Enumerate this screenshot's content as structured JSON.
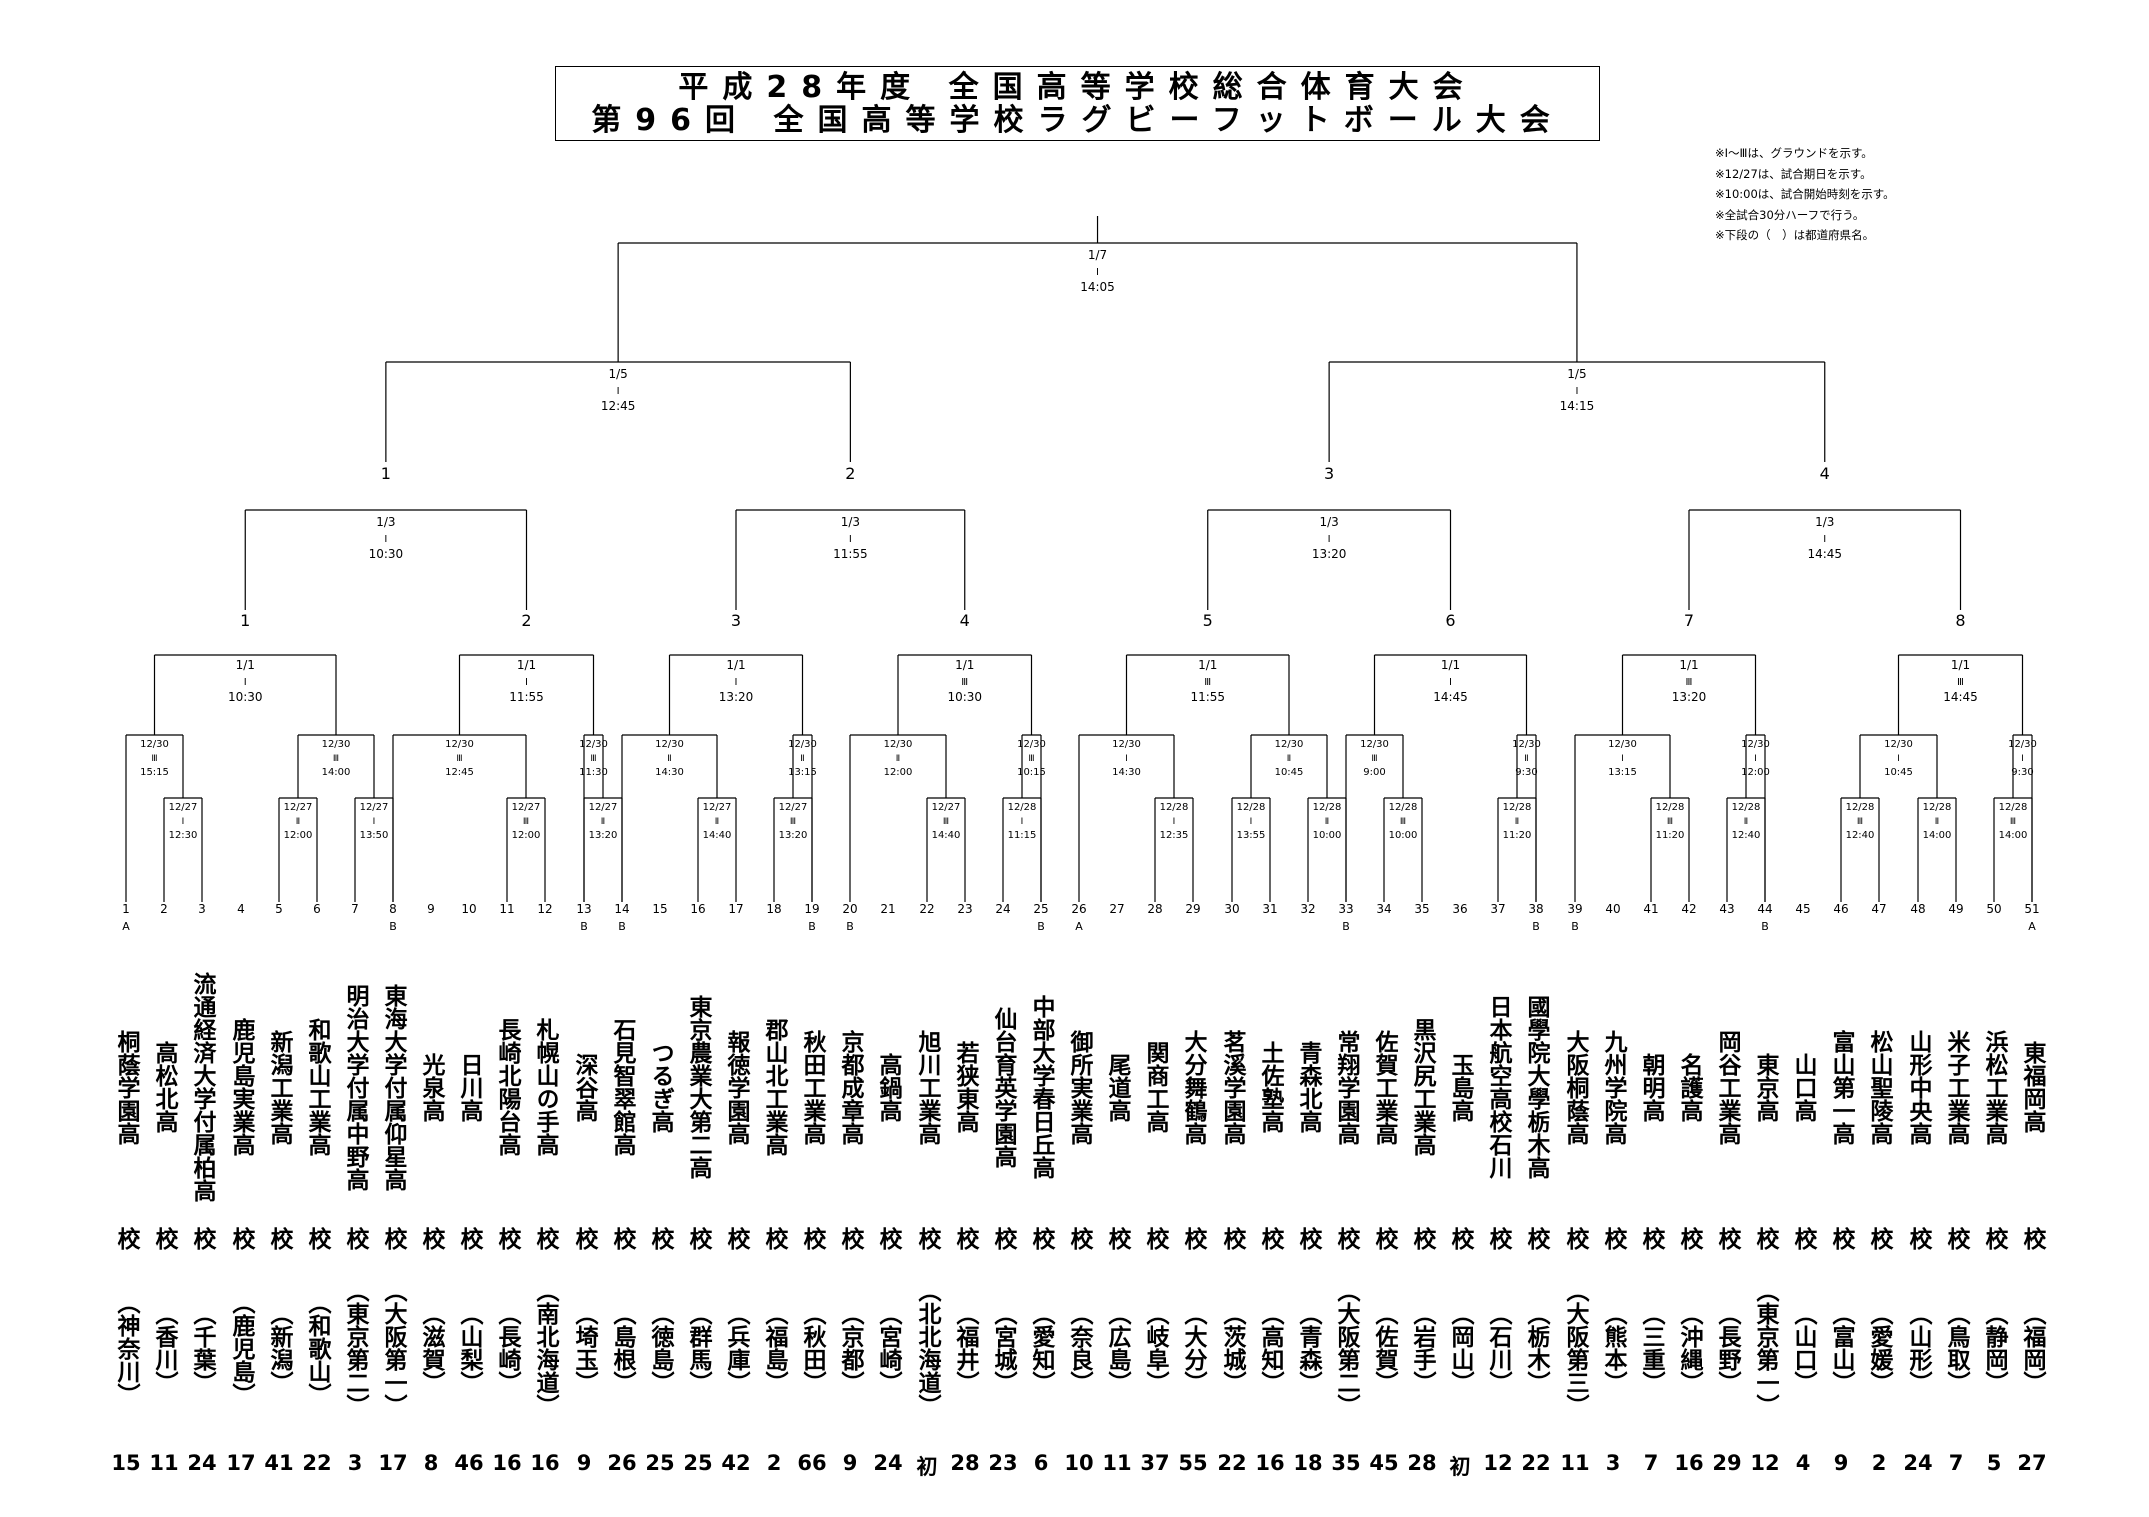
{
  "title": {
    "line1": "平成28年度 全国高等学校総合体育大会",
    "line2": "第96回 全国高等学校ラグビーフットボール大会"
  },
  "notes": [
    "※Ⅰ～Ⅲは、グラウンドを示す。",
    "※12/27は、試合期日を示す。",
    "※10:00は、試合開始時刻を示す。",
    "※全試合30分ハーフで行う。",
    "※下段の（　）は都道府県名。"
  ],
  "final": {
    "date": "1/7",
    "ground": "Ⅰ",
    "time": "14:05"
  },
  "semifinals": [
    {
      "date": "1/5",
      "ground": "Ⅰ",
      "time": "12:45"
    },
    {
      "date": "1/5",
      "ground": "Ⅰ",
      "time": "14:15"
    }
  ],
  "semifinal_slots": [
    "1",
    "2",
    "3",
    "4"
  ],
  "quarterfinals": [
    {
      "date": "1/3",
      "ground": "Ⅰ",
      "time": "10:30"
    },
    {
      "date": "1/3",
      "ground": "Ⅰ",
      "time": "11:55"
    },
    {
      "date": "1/3",
      "ground": "Ⅰ",
      "time": "13:20"
    },
    {
      "date": "1/3",
      "ground": "Ⅰ",
      "time": "14:45"
    }
  ],
  "quarterfinal_slots": [
    "1",
    "2",
    "3",
    "4",
    "5",
    "6",
    "7",
    "8"
  ],
  "round3": [
    {
      "date": "1/1",
      "ground": "Ⅰ",
      "time": "10:30"
    },
    {
      "date": "1/1",
      "ground": "Ⅰ",
      "time": "11:55"
    },
    {
      "date": "1/1",
      "ground": "Ⅰ",
      "time": "13:20"
    },
    {
      "date": "1/1",
      "ground": "Ⅲ",
      "time": "10:30"
    },
    {
      "date": "1/1",
      "ground": "Ⅲ",
      "time": "11:55"
    },
    {
      "date": "1/1",
      "ground": "Ⅰ",
      "time": "14:45"
    },
    {
      "date": "1/1",
      "ground": "Ⅲ",
      "time": "13:20"
    },
    {
      "date": "1/1",
      "ground": "Ⅲ",
      "time": "14:45"
    }
  ],
  "round2": [
    {
      "date": "12/30",
      "ground": "Ⅲ",
      "time": "15:15"
    },
    {
      "date": "12/30",
      "ground": "Ⅲ",
      "time": "14:00"
    },
    {
      "date": "12/30",
      "ground": "Ⅲ",
      "time": "12:45"
    },
    {
      "date": "12/30",
      "ground": "Ⅲ",
      "time": "11:30"
    },
    {
      "date": "12/30",
      "ground": "Ⅱ",
      "time": "14:30"
    },
    {
      "date": "12/30",
      "ground": "Ⅱ",
      "time": "13:15"
    },
    {
      "date": "12/30",
      "ground": "Ⅱ",
      "time": "12:00"
    },
    {
      "date": "12/30",
      "ground": "Ⅲ",
      "time": "10:15"
    },
    {
      "date": "12/30",
      "ground": "Ⅰ",
      "time": "14:30"
    },
    {
      "date": "12/30",
      "ground": "Ⅱ",
      "time": "10:45"
    },
    {
      "date": "12/30",
      "ground": "Ⅲ",
      "time": "9:00"
    },
    {
      "date": "12/30",
      "ground": "Ⅱ",
      "time": "9:30"
    },
    {
      "date": "12/30",
      "ground": "Ⅰ",
      "time": "13:15"
    },
    {
      "date": "12/30",
      "ground": "Ⅰ",
      "time": "12:00"
    },
    {
      "date": "12/30",
      "ground": "Ⅰ",
      "time": "10:45"
    },
    {
      "date": "12/30",
      "ground": "Ⅰ",
      "time": "9:30"
    }
  ],
  "round1": [
    {
      "date": "12/27",
      "ground": "Ⅰ",
      "time": "12:30"
    },
    {
      "date": "12/27",
      "ground": "Ⅱ",
      "time": "12:00"
    },
    {
      "date": "12/27",
      "ground": "Ⅰ",
      "time": "13:50"
    },
    {
      "date": "12/27",
      "ground": "Ⅲ",
      "time": "12:00"
    },
    {
      "date": "12/27",
      "ground": "Ⅱ",
      "time": "13:20"
    },
    {
      "date": "12/27",
      "ground": "Ⅱ",
      "time": "14:40"
    },
    {
      "date": "12/27",
      "ground": "Ⅲ",
      "time": "13:20"
    },
    {
      "date": "12/27",
      "ground": "Ⅲ",
      "time": "14:40"
    },
    {
      "date": "12/28",
      "ground": "Ⅰ",
      "time": "11:15"
    },
    {
      "date": "12/28",
      "ground": "Ⅰ",
      "time": "12:35"
    },
    {
      "date": "12/28",
      "ground": "Ⅰ",
      "time": "13:55"
    },
    {
      "date": "12/28",
      "ground": "Ⅱ",
      "time": "10:00"
    },
    {
      "date": "12/28",
      "ground": "Ⅲ",
      "time": "10:00"
    },
    {
      "date": "12/28",
      "ground": "Ⅱ",
      "time": "11:20"
    },
    {
      "date": "12/28",
      "ground": "Ⅲ",
      "time": "11:20"
    },
    {
      "date": "12/28",
      "ground": "Ⅱ",
      "time": "12:40"
    },
    {
      "date": "12/28",
      "ground": "Ⅲ",
      "time": "12:40"
    },
    {
      "date": "12/28",
      "ground": "Ⅱ",
      "time": "14:00"
    },
    {
      "date": "12/28",
      "ground": "Ⅲ",
      "time": "14:00"
    }
  ],
  "teams": [
    {
      "no": "1",
      "seed": "A",
      "name": "桐蔭学園高",
      "pref": "神奈川",
      "count": "15"
    },
    {
      "no": "2",
      "seed": "",
      "name": "高松北高",
      "pref": "香川",
      "count": "11"
    },
    {
      "no": "3",
      "seed": "",
      "name": "流通経済大学付属柏高",
      "pref": "千葉",
      "count": "24"
    },
    {
      "no": "4",
      "seed": "",
      "name": "鹿児島実業高",
      "pref": "鹿児島",
      "count": "17"
    },
    {
      "no": "5",
      "seed": "",
      "name": "新潟工業高",
      "pref": "新潟",
      "count": "41"
    },
    {
      "no": "6",
      "seed": "",
      "name": "和歌山工業高",
      "pref": "和歌山",
      "count": "22"
    },
    {
      "no": "7",
      "seed": "",
      "name": "明治大学付属中野高",
      "pref": "東京第二",
      "count": "3"
    },
    {
      "no": "8",
      "seed": "B",
      "name": "東海大学付属仰星高",
      "pref": "大阪第一",
      "count": "17"
    },
    {
      "no": "9",
      "seed": "",
      "name": "光泉高",
      "pref": "滋賀",
      "count": "8"
    },
    {
      "no": "10",
      "seed": "",
      "name": "日川高",
      "pref": "山梨",
      "count": "46"
    },
    {
      "no": "11",
      "seed": "",
      "name": "長崎北陽台高",
      "pref": "長崎",
      "count": "16"
    },
    {
      "no": "12",
      "seed": "",
      "name": "札幌山の手高",
      "pref": "南北海道",
      "count": "16"
    },
    {
      "no": "13",
      "seed": "B",
      "name": "深谷高",
      "pref": "埼玉",
      "count": "9"
    },
    {
      "no": "14",
      "seed": "B",
      "name": "石見智翠館高",
      "pref": "島根",
      "count": "26"
    },
    {
      "no": "15",
      "seed": "",
      "name": "つるぎ高",
      "pref": "徳島",
      "count": "25"
    },
    {
      "no": "16",
      "seed": "",
      "name": "東京農業大第二高",
      "pref": "群馬",
      "count": "25"
    },
    {
      "no": "17",
      "seed": "",
      "name": "報徳学園高",
      "pref": "兵庫",
      "count": "42"
    },
    {
      "no": "18",
      "seed": "",
      "name": "郡山北工業高",
      "pref": "福島",
      "count": "2"
    },
    {
      "no": "19",
      "seed": "B",
      "name": "秋田工業高",
      "pref": "秋田",
      "count": "66"
    },
    {
      "no": "20",
      "seed": "B",
      "name": "京都成章高",
      "pref": "京都",
      "count": "9"
    },
    {
      "no": "21",
      "seed": "",
      "name": "高鍋高",
      "pref": "宮崎",
      "count": "24"
    },
    {
      "no": "22",
      "seed": "",
      "name": "旭川工業高",
      "pref": "北北海道",
      "count": "初"
    },
    {
      "no": "23",
      "seed": "",
      "name": "若狭東高",
      "pref": "福井",
      "count": "28"
    },
    {
      "no": "24",
      "seed": "",
      "name": "仙台育英学園高",
      "pref": "宮城",
      "count": "23"
    },
    {
      "no": "25",
      "seed": "B",
      "name": "中部大学春日丘高",
      "pref": "愛知",
      "count": "6"
    },
    {
      "no": "26",
      "seed": "A",
      "name": "御所実業高",
      "pref": "奈良",
      "count": "10"
    },
    {
      "no": "27",
      "seed": "",
      "name": "尾道高",
      "pref": "広島",
      "count": "11"
    },
    {
      "no": "28",
      "seed": "",
      "name": "関商工高",
      "pref": "岐阜",
      "count": "37"
    },
    {
      "no": "29",
      "seed": "",
      "name": "大分舞鶴高",
      "pref": "大分",
      "count": "55"
    },
    {
      "no": "30",
      "seed": "",
      "name": "茗溪学園高",
      "pref": "茨城",
      "count": "22"
    },
    {
      "no": "31",
      "seed": "",
      "name": "土佐塾高",
      "pref": "高知",
      "count": "16"
    },
    {
      "no": "32",
      "seed": "",
      "name": "青森北高",
      "pref": "青森",
      "count": "18"
    },
    {
      "no": "33",
      "seed": "B",
      "name": "常翔学園高",
      "pref": "大阪第二",
      "count": "35"
    },
    {
      "no": "34",
      "seed": "",
      "name": "佐賀工業高",
      "pref": "佐賀",
      "count": "45"
    },
    {
      "no": "35",
      "seed": "",
      "name": "黒沢尻工業高",
      "pref": "岩手",
      "count": "28"
    },
    {
      "no": "36",
      "seed": "",
      "name": "玉島高",
      "pref": "岡山",
      "count": "初"
    },
    {
      "no": "37",
      "seed": "",
      "name": "日本航空高校石川",
      "pref": "石川",
      "count": "12"
    },
    {
      "no": "38",
      "seed": "B",
      "name": "國學院大學栃木高",
      "pref": "栃木",
      "count": "22"
    },
    {
      "no": "39",
      "seed": "B",
      "name": "大阪桐蔭高",
      "pref": "大阪第三",
      "count": "11"
    },
    {
      "no": "40",
      "seed": "",
      "name": "九州学院高",
      "pref": "熊本",
      "count": "3"
    },
    {
      "no": "41",
      "seed": "",
      "name": "朝明高",
      "pref": "三重",
      "count": "7"
    },
    {
      "no": "42",
      "seed": "",
      "name": "名護高",
      "pref": "沖縄",
      "count": "16"
    },
    {
      "no": "43",
      "seed": "",
      "name": "岡谷工業高",
      "pref": "長野",
      "count": "29"
    },
    {
      "no": "44",
      "seed": "B",
      "name": "東京高",
      "pref": "東京第一",
      "count": "12"
    },
    {
      "no": "45",
      "seed": "",
      "name": "山口高",
      "pref": "山口",
      "count": "4"
    },
    {
      "no": "46",
      "seed": "",
      "name": "富山第一高",
      "pref": "富山",
      "count": "9"
    },
    {
      "no": "47",
      "seed": "",
      "name": "松山聖陵高",
      "pref": "愛媛",
      "count": "2"
    },
    {
      "no": "48",
      "seed": "",
      "name": "山形中央高",
      "pref": "山形",
      "count": "24"
    },
    {
      "no": "49",
      "seed": "",
      "name": "米子工業高",
      "pref": "鳥取",
      "count": "7"
    },
    {
      "no": "50",
      "seed": "",
      "name": "浜松工業高",
      "pref": "静岡",
      "count": "5"
    },
    {
      "no": "51",
      "seed": "A",
      "name": "東福岡高",
      "pref": "福岡",
      "count": "27"
    }
  ],
  "school_suffix": "校",
  "paren_open": "（",
  "paren_close": "）"
}
